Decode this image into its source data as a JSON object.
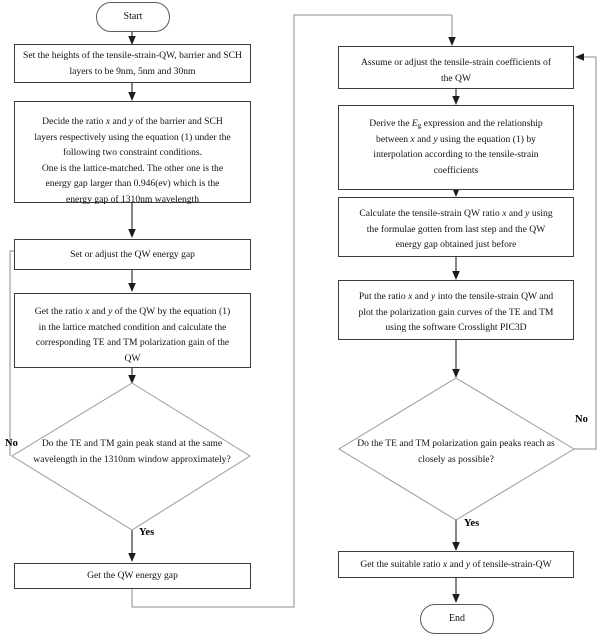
{
  "diagram": {
    "title": "Tensile-strain QW design flowchart",
    "left_column": {
      "start": {
        "label": "Start",
        "shape": "terminator"
      },
      "step_heights": {
        "label": "Set the heights of the tensile-strain-QW, barrier and SCH layers to be 9nm, 5nm and 30nm",
        "shape": "process"
      },
      "step_ratio": {
        "line1": "Decide the ratio x and y of the barrier and SCH",
        "line2": "layers respectively using the equation (1) under the",
        "line3": "following two constraint conditions.",
        "line4": "One is  the lattice-matched. The other one is the",
        "line5": "energy gap larger than 0.946(ev) which is the",
        "line6": "energy gap of 1310nm wavelength",
        "shape": "process"
      },
      "step_set_gap": {
        "label": "Set or adjust the QW energy gap",
        "shape": "process"
      },
      "step_get_ratio": {
        "line1": "Get the ratio x and y of the QW by the equation (1)",
        "line2": "in the lattice matched condition and calculate the",
        "line3": "corresponding TE and TM polarization gain of the",
        "line4": "QW",
        "shape": "process"
      },
      "decision_peak": {
        "line1": "Do the TE and TM gain peak stand at the",
        "line2": "same wavelength in the 1310nm window",
        "line3": "approximately?",
        "shape": "decision",
        "yes_label": "Yes",
        "no_label": "No"
      },
      "step_result": {
        "label": "Get the  QW  energy gap",
        "shape": "process"
      }
    },
    "right_column": {
      "step_assume": {
        "line1": "Assume or adjust the tensile-strain coefficients of",
        "line2": "the QW",
        "shape": "process"
      },
      "step_derive": {
        "line1_a": "Derive the ",
        "line1_b": "E",
        "line1_sub": "g",
        "line1_c": " expression and the relationship",
        "line2": "between x and y using the equation (1) by",
        "line3": "interpolation according to the tensile-strain",
        "line4": "coefficients",
        "shape": "process"
      },
      "step_calculate": {
        "line1": "Calculate the tensile-strain QW ratio x and y using",
        "line2": "the formulae gotten from last step and the  QW",
        "line3": "energy gap obtained just before",
        "shape": "process"
      },
      "step_plot": {
        "line1": "Put the ratio x and y into the tensile-strain QW and",
        "line2": "plot the polarization gain curves of the TE and TM",
        "line3": "using the software Crosslight PIC3D",
        "shape": "process"
      },
      "decision_reach": {
        "line1": "Do the TE and TM polarization gain peaks",
        "line2": "reach as closely as possible?",
        "shape": "decision",
        "yes_label": "Yes",
        "no_label": "No"
      },
      "step_final": {
        "label": "Get the suitable ratio x and y of tensile-strain-QW",
        "shape": "process"
      },
      "end": {
        "label": "End",
        "shape": "terminator"
      }
    },
    "colors": {
      "box_border": "#3b3b3b",
      "diamond_border": "#9a9a9a",
      "flow_line": "#2b2b2b",
      "thin_line": "#8d8d8d",
      "background": "#ffffff",
      "text": "#111111"
    }
  }
}
